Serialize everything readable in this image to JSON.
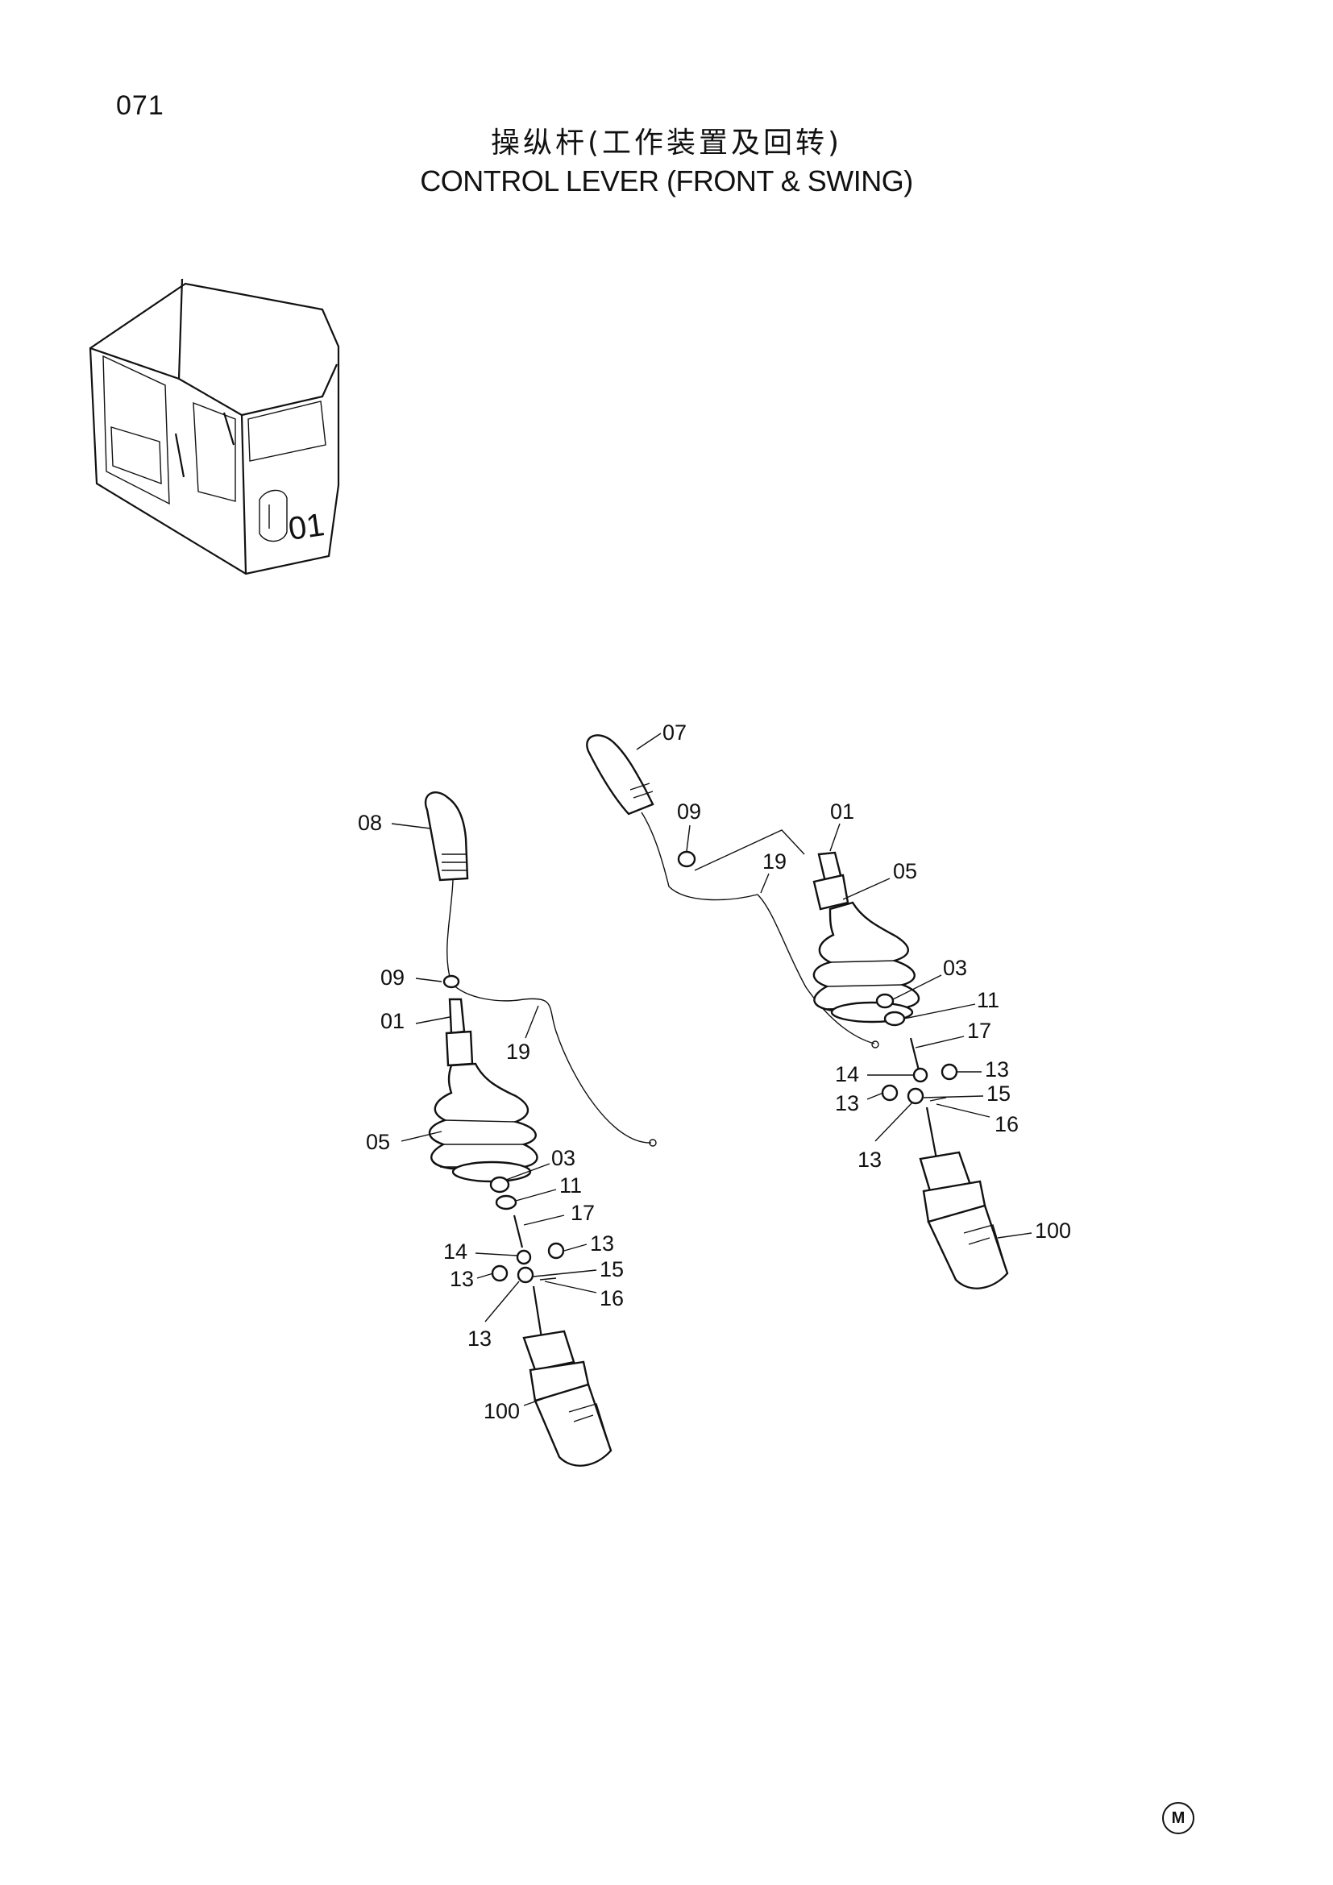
{
  "page": {
    "number": "071",
    "title_cn": "操纵杆(工作装置及回转)",
    "title_en": "CONTROL  LEVER  (FRONT & SWING)",
    "corner_mark": "M"
  },
  "cab_number": "01",
  "callouts": {
    "left": [
      "08",
      "09",
      "01",
      "19",
      "05",
      "03",
      "11",
      "17",
      "14",
      "13",
      "13",
      "15",
      "16",
      "13",
      "100"
    ],
    "right": [
      "07",
      "09",
      "01",
      "19",
      "05",
      "03",
      "11",
      "17",
      "14",
      "13",
      "13",
      "15",
      "16",
      "13",
      "100"
    ]
  }
}
